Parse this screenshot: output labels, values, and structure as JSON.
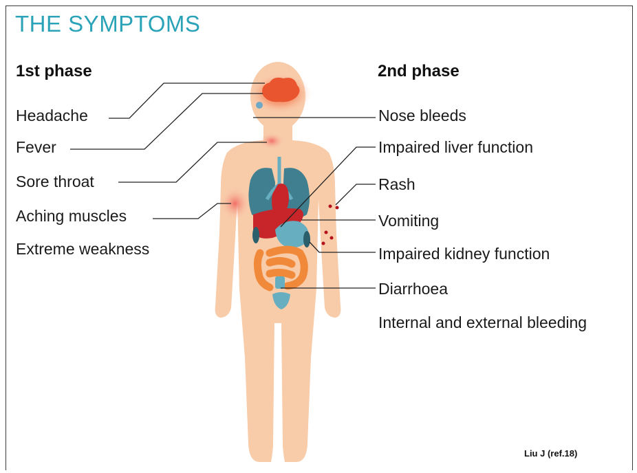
{
  "title": "THE SYMPTOMS",
  "phase1": {
    "heading": "1st phase",
    "symptoms": [
      "Headache",
      "Fever",
      "Sore throat",
      "Aching muscles",
      "Extreme weakness"
    ]
  },
  "phase2": {
    "heading": "2nd phase",
    "symptoms": [
      "Nose bleeds",
      "Impaired liver function",
      "Rash",
      "Vomiting",
      "Impaired kidney function",
      "Diarrhoea",
      "Internal and external bleeding"
    ]
  },
  "credit": "Liu J (ref.18)",
  "colors": {
    "title": "#2aa3b8",
    "skin": "#f8cba9",
    "organ_teal": "#3f7f8f",
    "liver_red": "#c8252b",
    "intestine_orange": "#f0893a",
    "stomach_blue": "#66aec0",
    "inflammation": "#f0523a"
  }
}
